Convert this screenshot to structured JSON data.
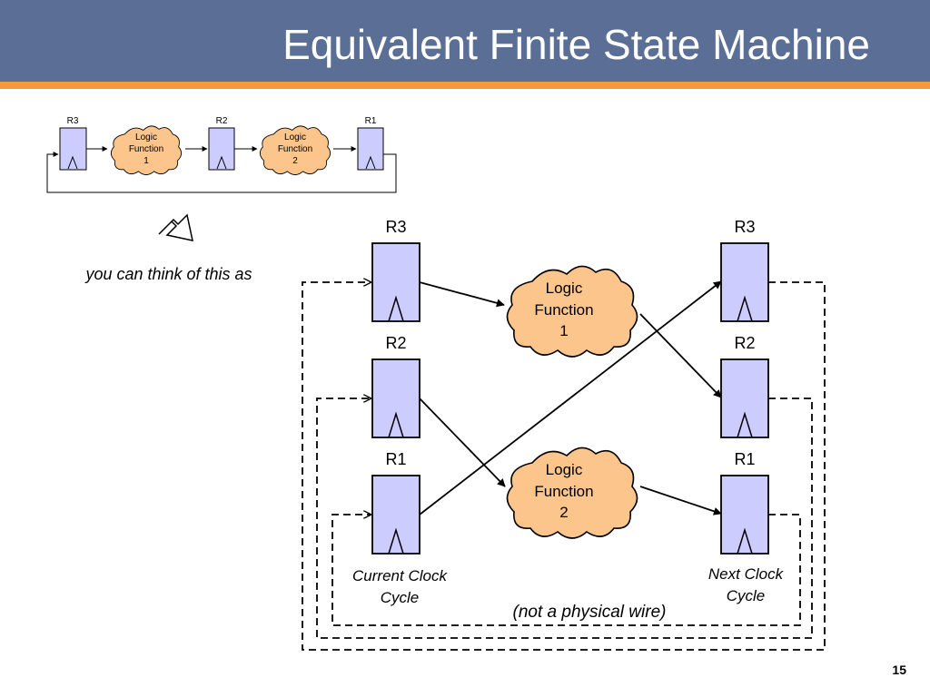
{
  "slide": {
    "title": "Equivalent Finite State Machine",
    "page_number": "15"
  },
  "small_diagram": {
    "registers": [
      "R3",
      "R2",
      "R1"
    ],
    "logic_functions": [
      {
        "lines": [
          "Logic",
          "Function",
          "1"
        ]
      },
      {
        "lines": [
          "Logic",
          "Function",
          "2"
        ]
      }
    ]
  },
  "annotation": "you can think of this as",
  "large_diagram": {
    "current": {
      "registers": [
        "R3",
        "R2",
        "R1"
      ],
      "caption_lines": [
        "Current Clock",
        "Cycle"
      ]
    },
    "next": {
      "registers": [
        "R3",
        "R2",
        "R1"
      ],
      "caption_lines": [
        "Next Clock",
        "Cycle"
      ]
    },
    "logic_functions": [
      {
        "lines": [
          "Logic",
          "Function",
          "1"
        ]
      },
      {
        "lines": [
          "Logic",
          "Function",
          "2"
        ]
      }
    ],
    "wire_note": "(not a physical wire)"
  },
  "colors": {
    "header": "#5b6f96",
    "header_rule": "#f49a3b",
    "register_fill": "#ccccff",
    "cloud_fill": "#fbc58c"
  }
}
